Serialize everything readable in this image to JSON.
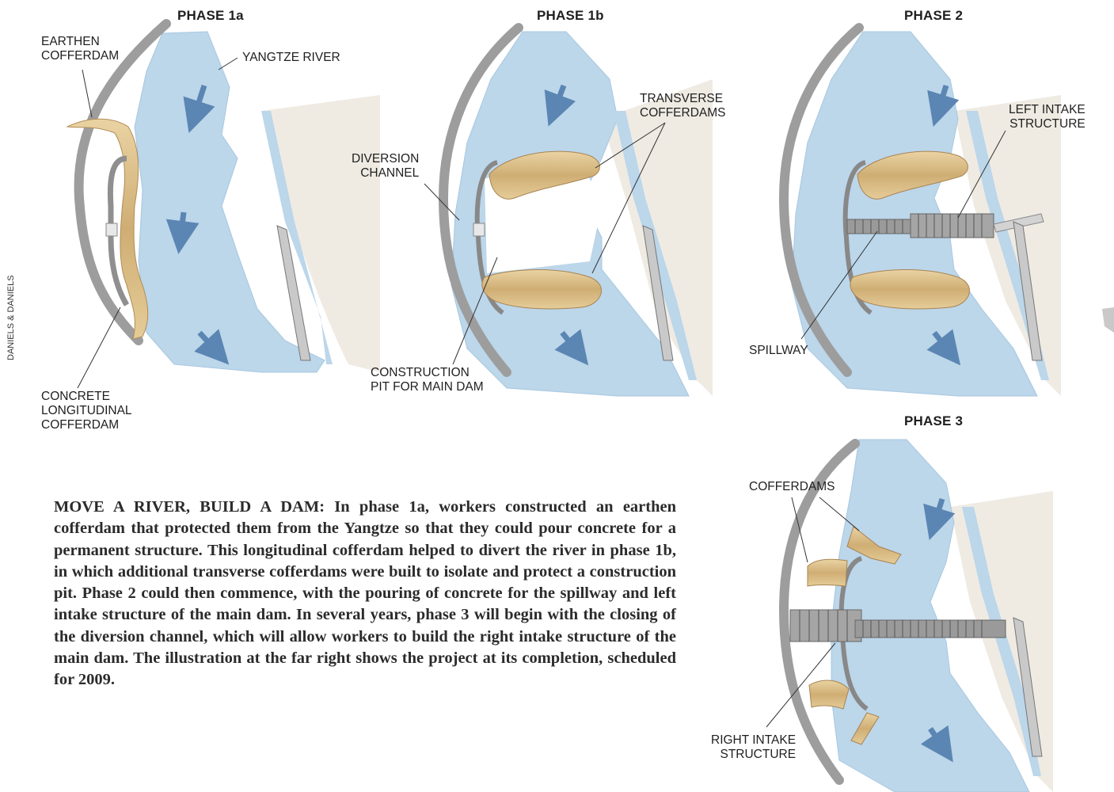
{
  "credit": "DANIELS & DANIELS",
  "phases": {
    "p1a": {
      "title": "PHASE 1a"
    },
    "p1b": {
      "title": "PHASE 1b"
    },
    "p2": {
      "title": "PHASE 2"
    },
    "p3": {
      "title": "PHASE 3"
    }
  },
  "labels": {
    "earthen_cofferdam": "EARTHEN\nCOFFERDAM",
    "yangtze_river": "YANGTZE RIVER",
    "concrete_longitudinal_cofferdam": "CONCRETE\nLONGITUDINAL\nCOFFERDAM",
    "diversion_channel": "DIVERSION\nCHANNEL",
    "transverse_cofferdams": "TRANSVERSE\nCOFFERDAMS",
    "construction_pit": "CONSTRUCTION\nPIT FOR MAIN DAM",
    "left_intake_structure": "LEFT INTAKE\nSTRUCTURE",
    "spillway": "SPILLWAY",
    "cofferdams": "COFFERDAMS",
    "right_intake_structure": "RIGHT INTAKE\nSTRUCTURE"
  },
  "caption": {
    "lead": "MOVE A RIVER, BUILD A DAM:",
    "body": " In phase 1a, workers constructed an earthen cofferdam that protected them from the Yangtze so that they could pour concrete for a permanent structure. This longitudinal cofferdam helped to divert the river in phase 1b, in which additional transverse cofferdams were built to isolate and protect a construction pit. Phase 2 could then commence, with the pouring of concrete for the spillway and left intake structure of the main dam. In several years, phase 3 will begin with the closing of the diversion channel, which will allow workers to build the right intake structure of the main dam. The illustration at the far right shows the project at its completion, scheduled for 2009."
  },
  "colors": {
    "water": "#bcd6ea",
    "water_edge": "#9fc3de",
    "bank": "#efebe3",
    "channel_wall": "#9a9a9a",
    "earth": "#d7bb86",
    "earth_dark": "#a88452",
    "concrete": "#8c8c8c"
  }
}
